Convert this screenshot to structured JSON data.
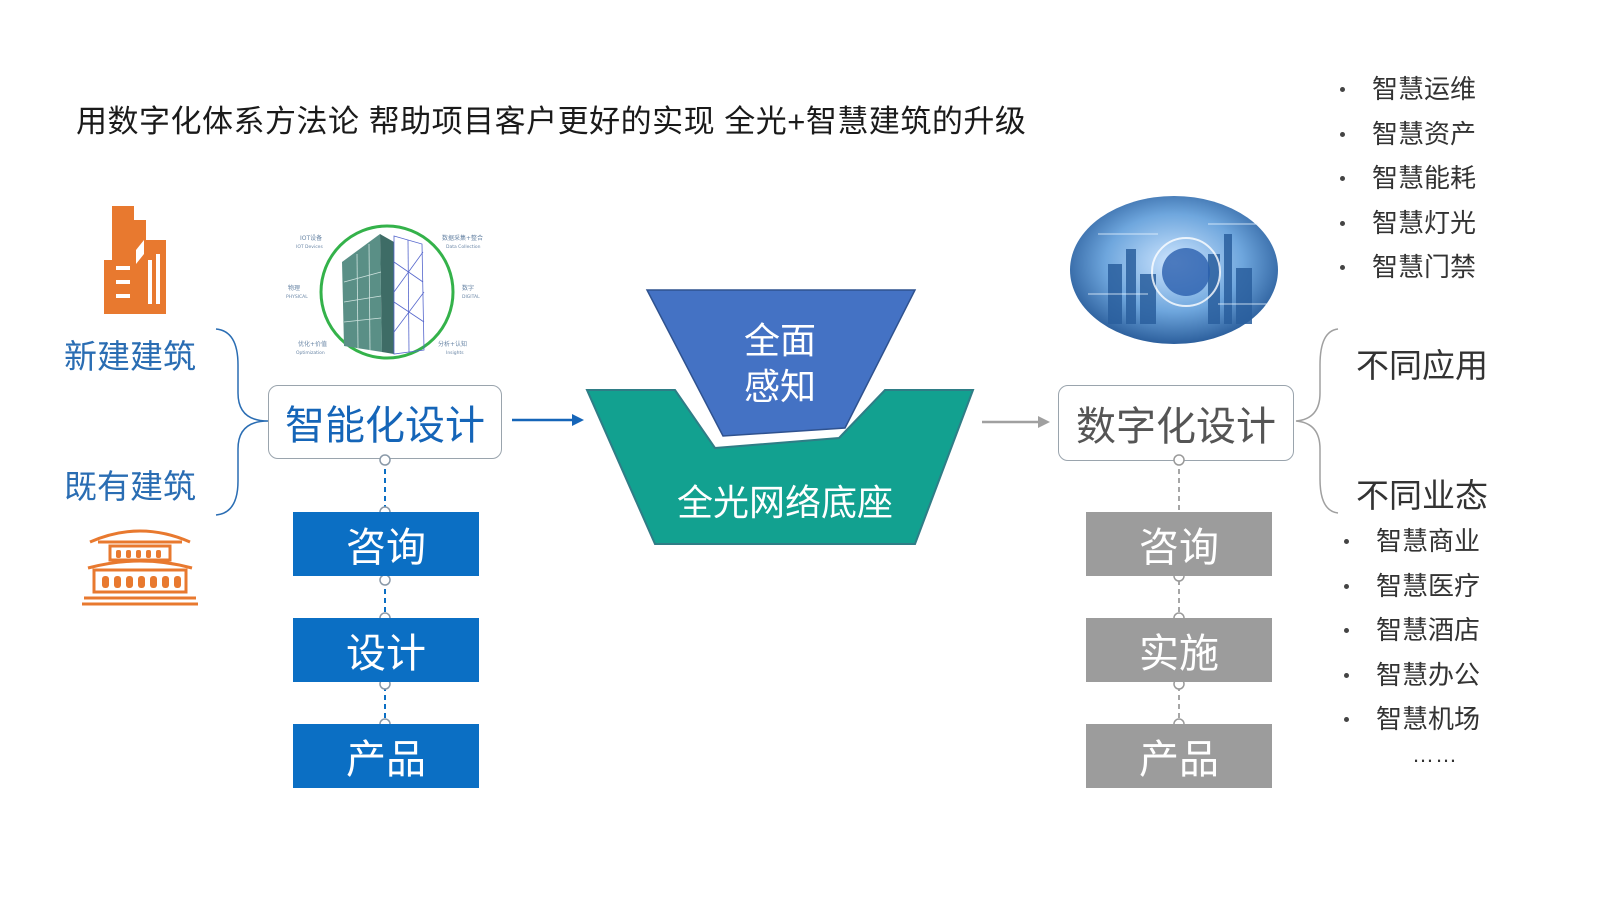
{
  "title": "用数字化体系方法论 帮助项目客户更好的实现 全光+智慧建筑的升级",
  "left": {
    "new_building": "新建建筑",
    "existing_building": "既有建筑",
    "design_node": "智能化设计",
    "steps": [
      "咨询",
      "设计",
      "产品"
    ],
    "diagram_labels": {
      "top_left": "IOT设备",
      "top_left_en": "IOT Devices",
      "top_right": "数据采集+整合",
      "top_right_en": "Data Collection",
      "mid_left": "物理",
      "mid_left_en": "PHYSICAL",
      "mid_right": "数字",
      "mid_right_en": "DIGITAL",
      "bot_left": "优化+价值",
      "bot_left_en": "Optimization",
      "bot_right": "分析+认知",
      "bot_right_en": "Insights"
    }
  },
  "center": {
    "top_shape": "全面\n感知",
    "top_line1": "全面",
    "top_line2": "感知",
    "bottom_shape": "全光网络底座"
  },
  "right": {
    "design_node": "数字化设计",
    "steps": [
      "咨询",
      "实施",
      "产品"
    ],
    "app_label": "不同应用",
    "biz_label": "不同业态",
    "apps": [
      "智慧运维",
      "智慧资产",
      "智慧能耗",
      "智慧灯光",
      "智慧门禁"
    ],
    "businesses": [
      "智慧商业",
      "智慧医疗",
      "智慧酒店",
      "智慧办公",
      "智慧机场"
    ],
    "more": "……"
  },
  "colors": {
    "blue_dark": "#4472c4",
    "teal": "#12a190",
    "step_blue": "#0b6fc4",
    "step_gray": "#9c9c9c",
    "orange": "#e8792f",
    "label_blue": "#2a6db3"
  },
  "icons": [
    "modern-building-icon",
    "chinese-temple-icon",
    "digital-twin-building-image",
    "smart-city-image"
  ]
}
